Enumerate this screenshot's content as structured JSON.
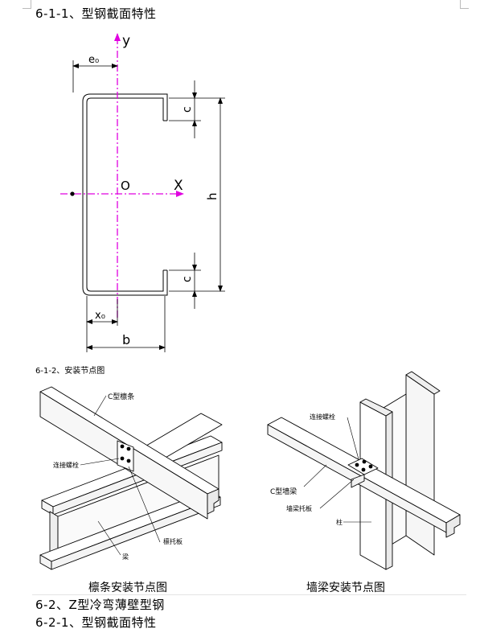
{
  "document": {
    "heading_6_1_1": "6-1-1、型钢截面特性",
    "heading_6_1_2": "6-1-2、安装节点图",
    "heading_6_2": "6-2、Z型冷弯薄壁型钢",
    "heading_6_2_1": "6-2-1、型钢截面特性"
  },
  "section_figure": {
    "y_axis": "y",
    "x_axis": "X",
    "origin": "O",
    "e0": "e₀",
    "c_top": "c",
    "c_bottom": "c",
    "h": "h",
    "x0": "x₀",
    "b": "b"
  },
  "purlin_figure": {
    "label_c_purlin": "C型檩条",
    "label_bolt": "连接螺栓",
    "label_bracket": "檩托板",
    "label_beam": "梁",
    "caption": "檩条安装节点图"
  },
  "wall_girt_figure": {
    "label_bolt": "连接螺栓",
    "label_c_girt": "C型墙梁",
    "label_bracket": "墙梁托板",
    "label_column": "柱",
    "caption": "墙梁安装节点图"
  },
  "colors": {
    "axis_magenta": "#e000e0",
    "line_black": "#000000"
  }
}
